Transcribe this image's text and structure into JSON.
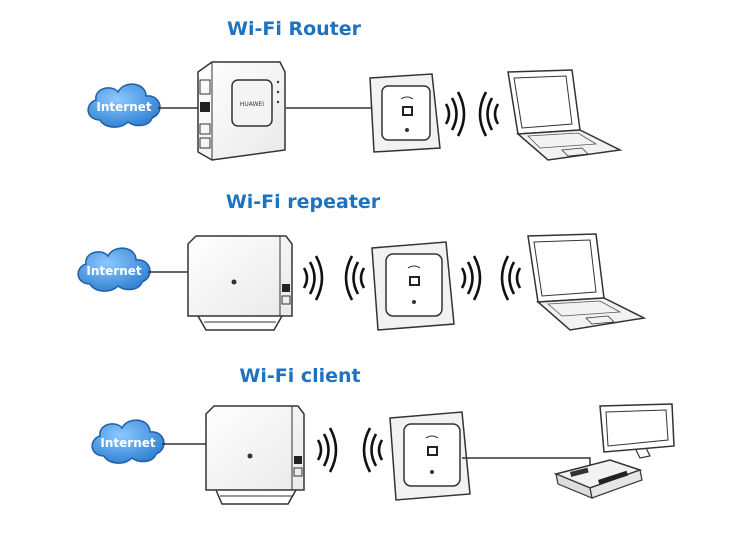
{
  "sections": [
    {
      "title": "Wi-Fi  Router"
    },
    {
      "title": "Wi-Fi  repeater"
    },
    {
      "title": "Wi-Fi  client"
    }
  ],
  "cloud_label": "Internet",
  "brand_label": "HUAWEI",
  "colors": {
    "title": "#1e73c0",
    "cloud_fill": "#4a9fe6",
    "cloud_stroke": "#1f5fa8",
    "device_stroke": "#333333",
    "wave": "#111111"
  }
}
